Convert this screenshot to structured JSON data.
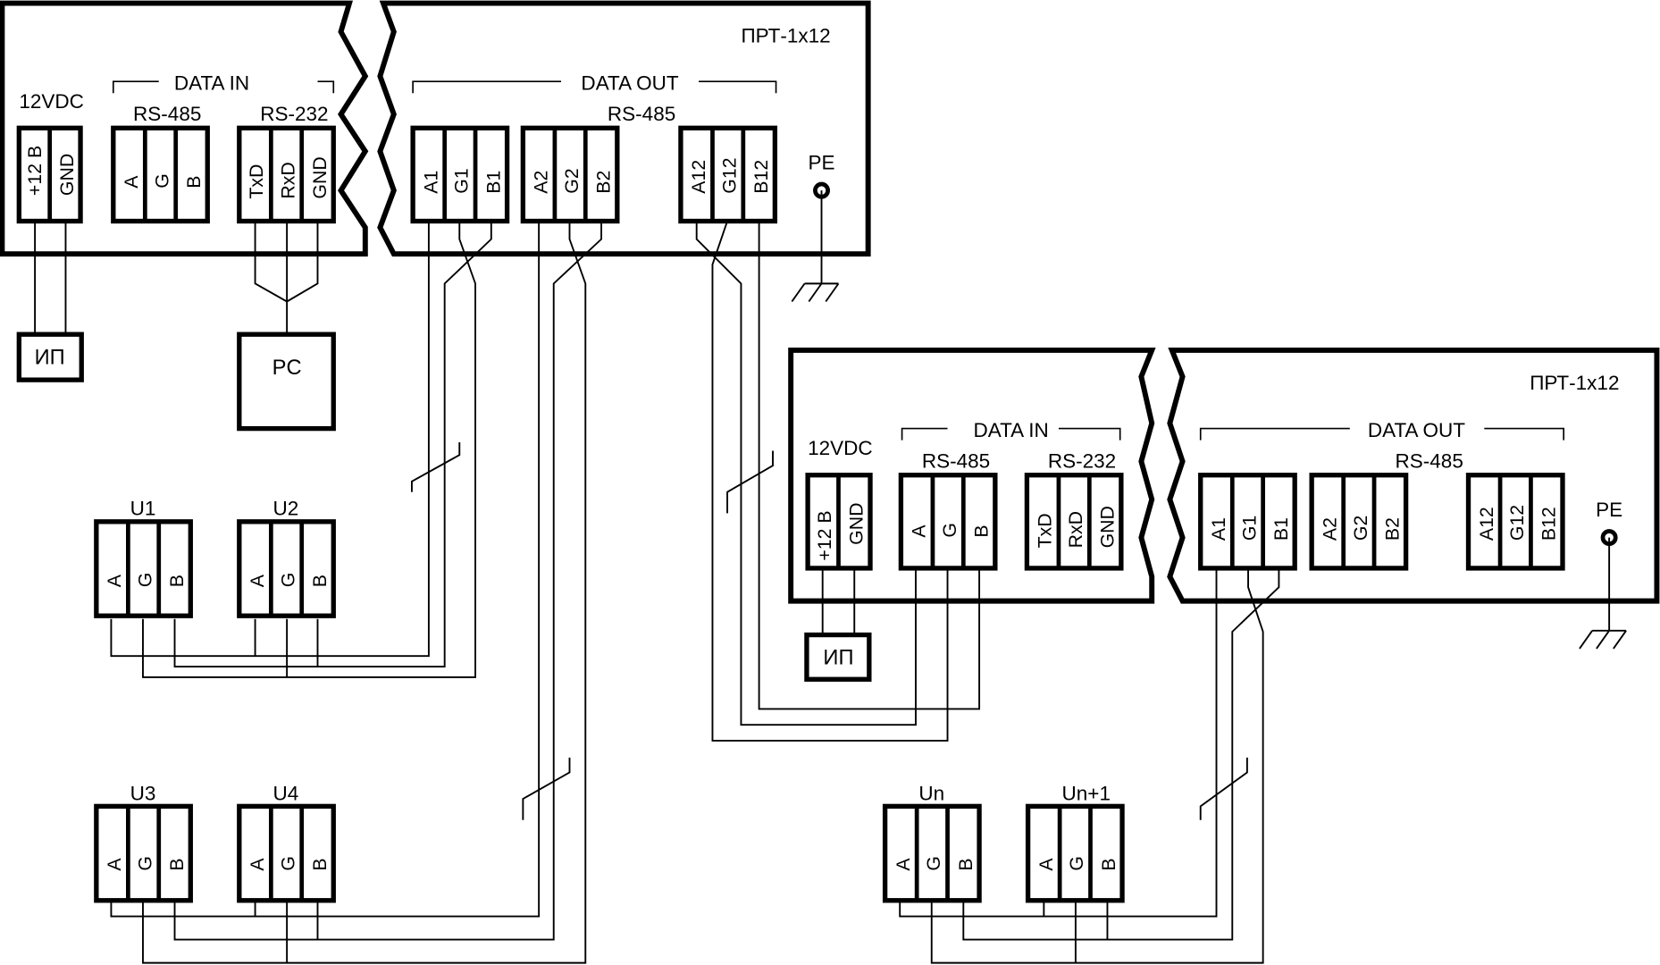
{
  "diagram": {
    "title": "ПРТ-1x12 RS-485 bus wiring diagram",
    "devices": [
      {
        "model": "ПРТ-1x12",
        "power": {
          "label": "12VDC",
          "pins": [
            "+12 В",
            "GND"
          ]
        },
        "data_in": {
          "label": "DATA IN",
          "rs485": {
            "label": "RS-485",
            "pins": [
              "A",
              "G",
              "B"
            ]
          },
          "rs232": {
            "label": "RS-232",
            "pins": [
              "TxD",
              "RxD",
              "GND"
            ]
          }
        },
        "data_out": {
          "label": "DATA OUT",
          "sublabel": "RS-485",
          "ports": [
            {
              "pins": [
                "A1",
                "G1",
                "B1"
              ]
            },
            {
              "pins": [
                "A2",
                "G2",
                "B2"
              ]
            },
            {
              "pins": [
                "A12",
                "G12",
                "B12"
              ]
            }
          ]
        },
        "pe_label": "PE"
      },
      {
        "model": "ПРТ-1x12",
        "power": {
          "label": "12VDC",
          "pins": [
            "+12 В",
            "GND"
          ]
        },
        "data_in": {
          "label": "DATA IN",
          "rs485": {
            "label": "RS-485",
            "pins": [
              "A",
              "G",
              "B"
            ]
          },
          "rs232": {
            "label": "RS-232",
            "pins": [
              "TxD",
              "RxD",
              "GND"
            ]
          }
        },
        "data_out": {
          "label": "DATA OUT",
          "sublabel": "RS-485",
          "ports": [
            {
              "pins": [
                "A1",
                "G1",
                "B1"
              ]
            },
            {
              "pins": [
                "A2",
                "G2",
                "B2"
              ]
            },
            {
              "pins": [
                "A12",
                "G12",
                "B12"
              ]
            }
          ]
        },
        "pe_label": "PE"
      }
    ],
    "power_supplies": [
      "ИП",
      "ИП"
    ],
    "pc": "PC",
    "units": [
      {
        "label": "U1",
        "pins": [
          "A",
          "G",
          "B"
        ]
      },
      {
        "label": "U2",
        "pins": [
          "A",
          "G",
          "B"
        ]
      },
      {
        "label": "U3",
        "pins": [
          "A",
          "G",
          "B"
        ]
      },
      {
        "label": "U4",
        "pins": [
          "A",
          "G",
          "B"
        ]
      },
      {
        "label": "Un",
        "pins": [
          "A",
          "G",
          "B"
        ]
      },
      {
        "label": "Un+1",
        "pins": [
          "A",
          "G",
          "B"
        ]
      }
    ]
  }
}
